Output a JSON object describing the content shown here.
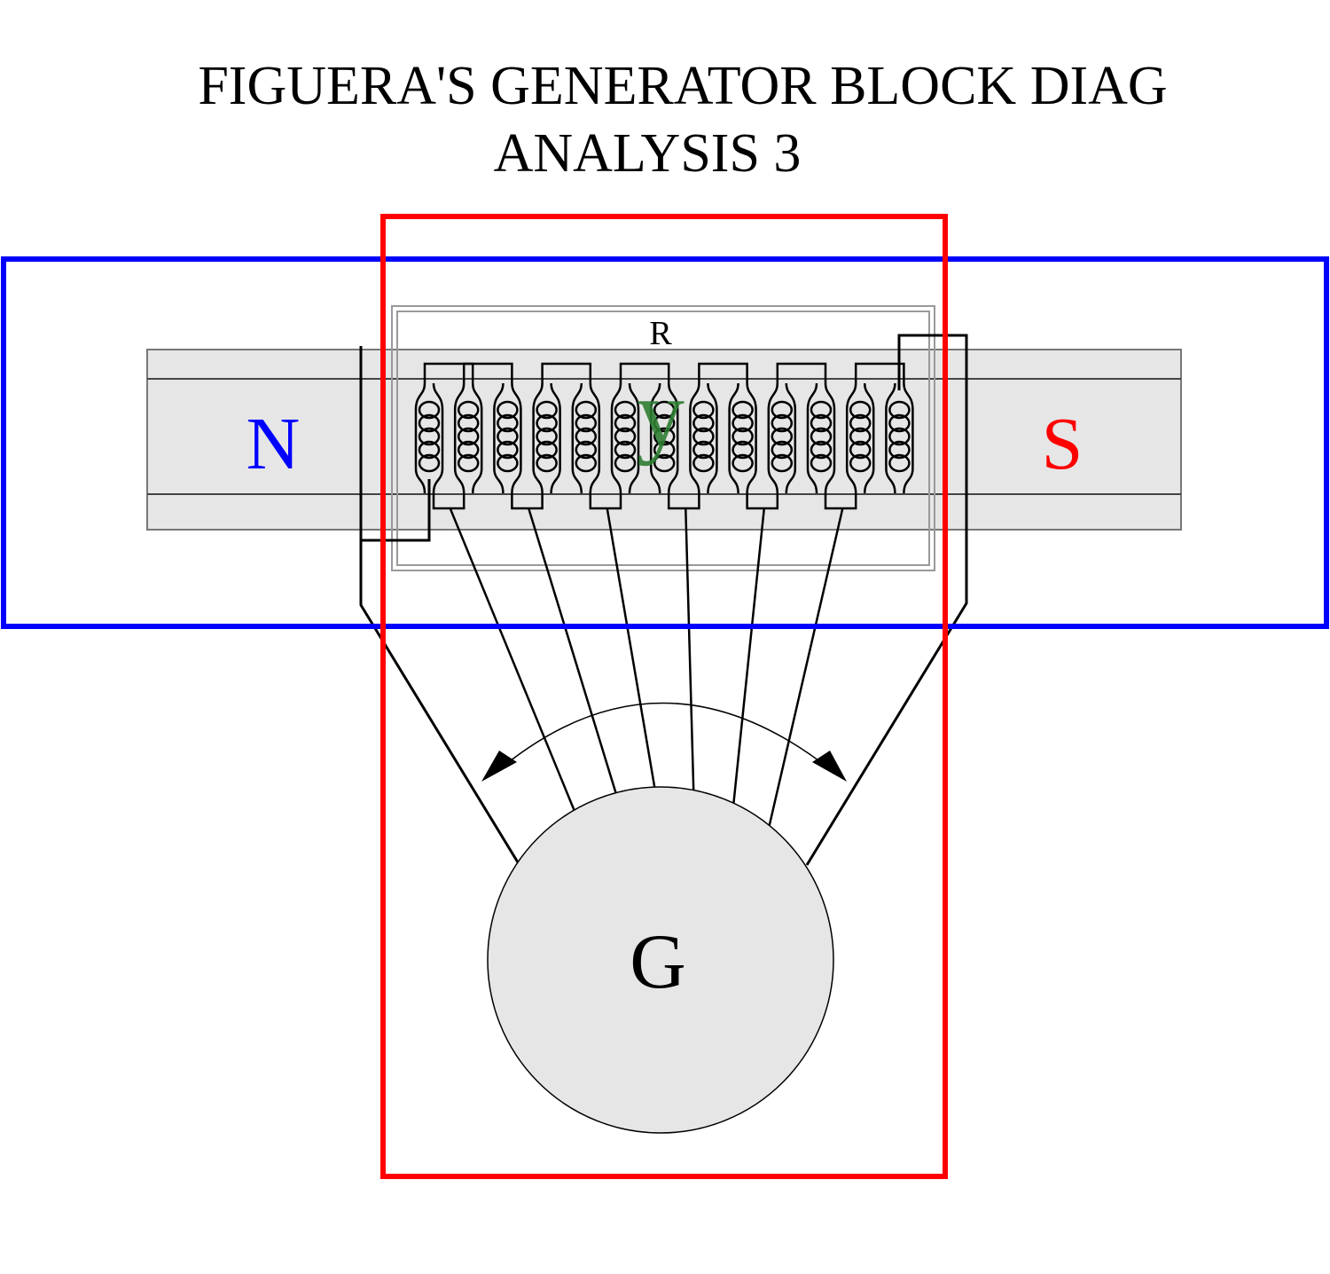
{
  "title": {
    "line1": "FIGUERA'S GENERATOR BLOCK DIAG",
    "line2": "ANALYSIS 3"
  },
  "labels": {
    "north": "N",
    "south": "S",
    "resistor": "R",
    "core": "y",
    "generator": "G"
  },
  "colors": {
    "north_frame": "#0000ff",
    "north_text": "#0000ff",
    "south_frame": "#ff0000",
    "south_text": "#ff0000",
    "core_text": "#2e7d32",
    "fill": "#e6e6e6",
    "wire": "#000000"
  },
  "components": {
    "coil_count": 13,
    "coil_turns": 5,
    "output_leads": 6
  }
}
